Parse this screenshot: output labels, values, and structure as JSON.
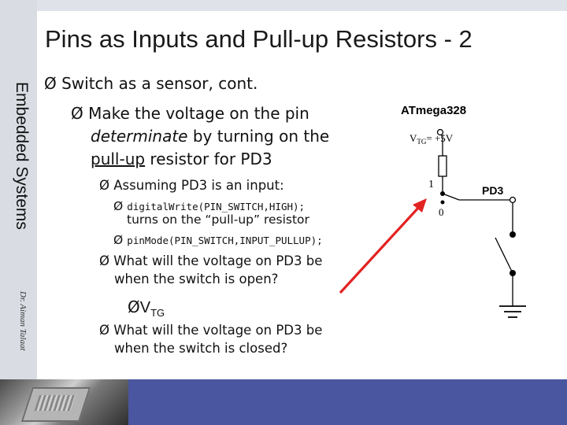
{
  "title": "Pins as Inputs and Pull-up Resistors - 2",
  "side_title": "Embedded Systems",
  "side_author": "Dr. Aiman Talaat",
  "bullet_glyph": "Ø",
  "bullets": {
    "b1": "Switch as a sensor, cont.",
    "b2_pre": "Make the voltage on the pin",
    "b2_em": "determinate",
    "b2_post": " by turning on the",
    "b2_ul": "pull-up",
    "b2_end": " resistor for PD3",
    "b3": "Assuming PD3 is an input:",
    "b4_code": "digitalWrite(PIN_SWITCH,HIGH);",
    "b4_text": "turns on the “pull-up” resistor",
    "b5_code": "pinMode(PIN_SWITCH,INPUT_PULLUP);",
    "b6_l1": "What will the voltage on PD3 be",
    "b6_l2": "when the switch is open?",
    "b7_main": "V",
    "b7_sub": "TG",
    "b8_l1": "What will the voltage on PD3 be",
    "b8_l2": "when the switch is closed?"
  },
  "circuit": {
    "chip_label": "ATmega328",
    "vtg_main": "V",
    "vtg_sub": "TG",
    "vtg_value": "= +5V",
    "node_high": "1",
    "node_low": "0",
    "pin_label": "PD3"
  },
  "colors": {
    "footer": "#4a56a0",
    "pointer_arrow": "#e32222",
    "wire": "#000000"
  }
}
